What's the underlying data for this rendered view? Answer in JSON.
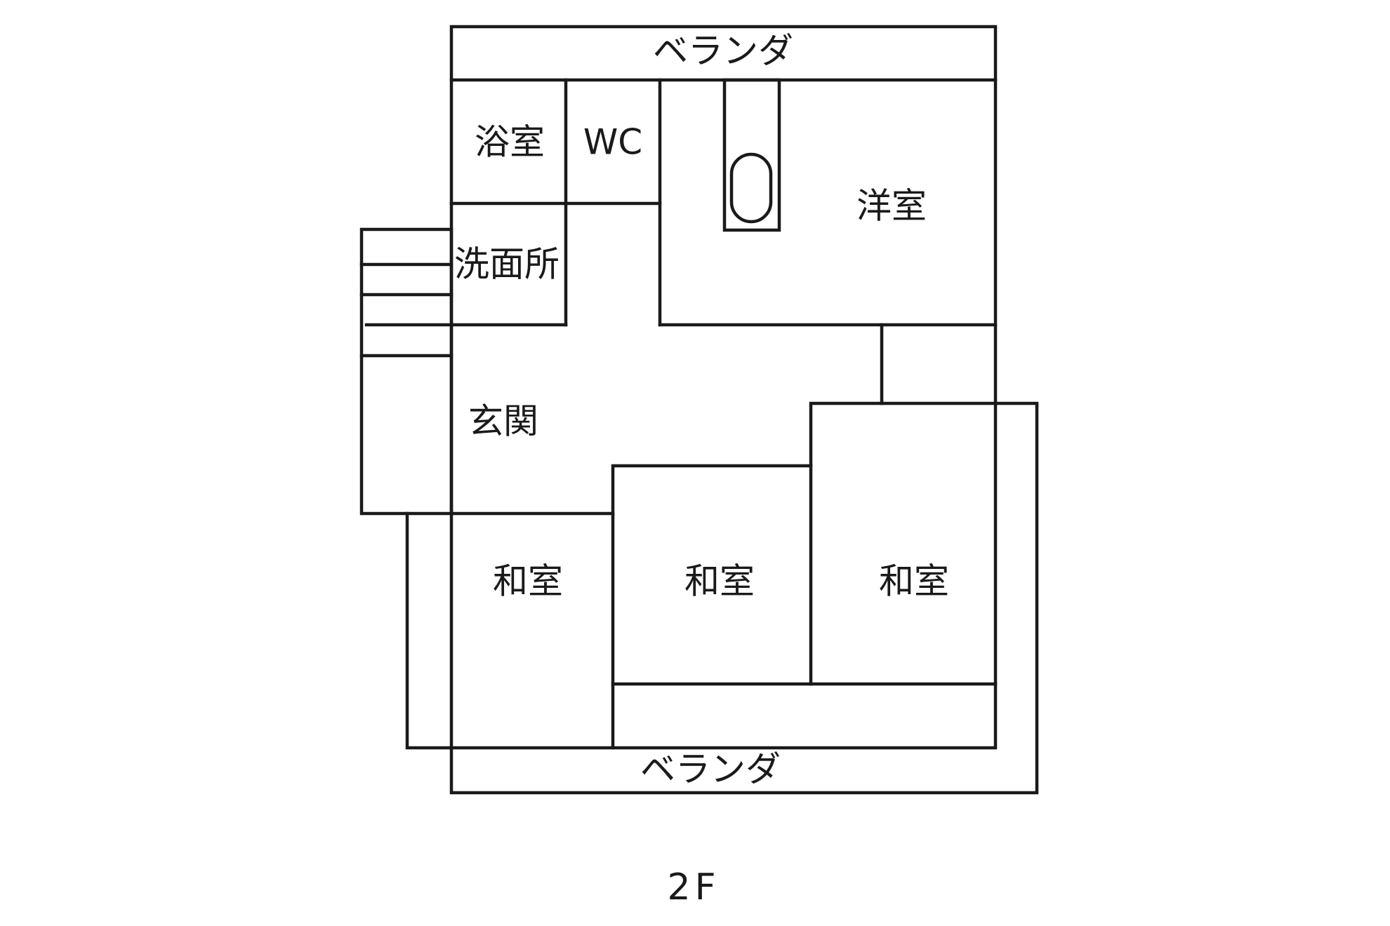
{
  "floor_plan": {
    "floor_label": "2F",
    "rooms": {
      "veranda_top": "ベランダ",
      "bathroom": "浴室",
      "wc": "WC",
      "western_room": "洋室",
      "washroom": "洗面所",
      "entrance": "玄関",
      "japanese_room_left": "和室",
      "japanese_room_center": "和室",
      "japanese_room_right": "和室",
      "veranda_bottom": "ベランダ"
    }
  },
  "colors": {
    "wall": "#1a1a1a",
    "background": "#ffffff"
  }
}
